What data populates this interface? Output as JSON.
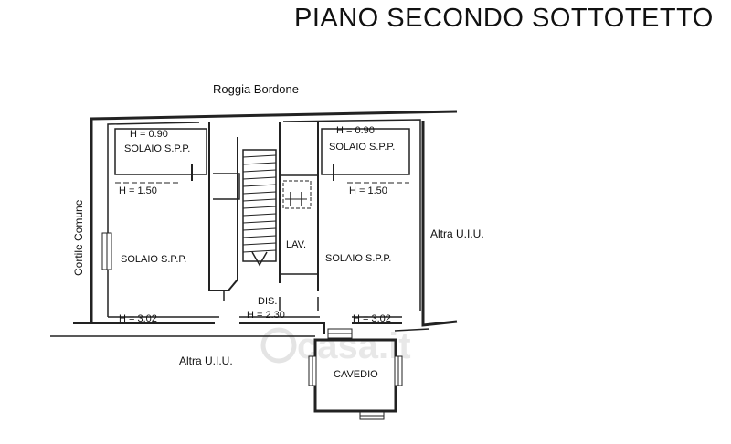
{
  "title": "PIANO SECONDO SOTTOTETTO",
  "labels": {
    "roggia": "Roggia Bordone",
    "cortile": "Cortile Comune",
    "altra_right": "Altra U.I.U.",
    "altra_bottom": "Altra U.I.U.",
    "h090_left": "H = 0.90",
    "h090_right": "H = 0.90",
    "solaio_top_left": "SOLAIO S.P.P.",
    "solaio_top_right": "SOLAIO S.P.P.",
    "h150_left": "H = 1.50",
    "h150_right": "H = 1.50",
    "solaio_mid_left": "SOLAIO S.P.P.",
    "solaio_mid_right": "SOLAIO S.P.P.",
    "lav": "LAV.",
    "dis": "DIS.",
    "h230": "H = 2.30",
    "h302_left": "H = 3.02",
    "h302_right": "H = 3.02",
    "cavedio": "CAVEDIO"
  },
  "watermark": "casa.it",
  "colors": {
    "wall": "#222222",
    "text": "#111111",
    "watermark": "#d0d0d0"
  }
}
